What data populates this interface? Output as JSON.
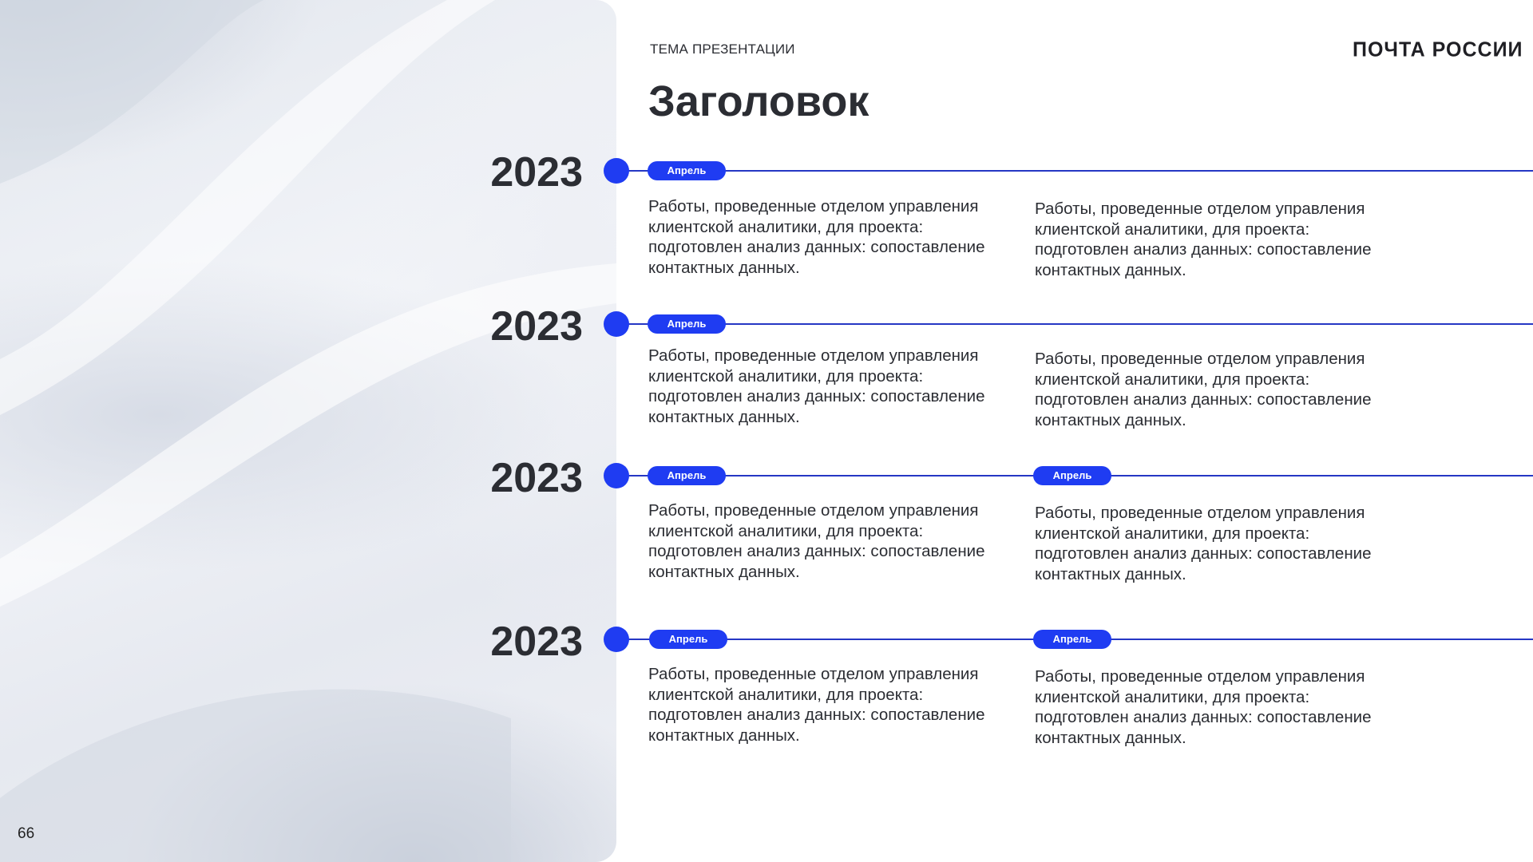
{
  "page_number": "66",
  "header": {
    "topic": "ТЕМА ПРЕЗЕНТАЦИИ",
    "logo": "ПОЧТА РОССИИ",
    "title": "Заголовок"
  },
  "colors": {
    "accent": "#1f3cf2",
    "line": "#2537c4",
    "text": "#2b2d33"
  },
  "timeline": [
    {
      "year": "2023",
      "pills": [
        "Апрель"
      ],
      "texts": [
        "Работы, проведенные отделом управления клиентской аналитики, для проекта: подготовлен анализ данных: сопоставление контактных данных.",
        "Работы, проведенные отделом управления клиентской аналитики, для проекта: подготовлен анализ данных: сопоставление контактных данных."
      ]
    },
    {
      "year": "2023",
      "pills": [
        "Апрель"
      ],
      "texts": [
        "Работы, проведенные отделом управления клиентской аналитики, для проекта: подготовлен анализ данных: сопоставление контактных данных.",
        "Работы, проведенные отделом управления клиентской аналитики, для проекта: подготовлен анализ данных: сопоставление контактных данных."
      ]
    },
    {
      "year": "2023",
      "pills": [
        "Апрель",
        "Апрель"
      ],
      "texts": [
        "Работы, проведенные отделом управления клиентской аналитики, для проекта: подготовлен анализ данных: сопоставление контактных данных.",
        "Работы, проведенные отделом управления клиентской аналитики, для проекта: подготовлен анализ данных: сопоставление контактных данных."
      ]
    },
    {
      "year": "2023",
      "pills": [
        "Апрель",
        "Апрель"
      ],
      "texts": [
        "Работы, проведенные отделом управления клиентской аналитики, для проекта: подготовлен анализ данных: сопоставление контактных данных.",
        "Работы, проведенные отделом управления клиентской аналитики, для проекта: подготовлен анализ данных: сопоставление контактных данных."
      ]
    }
  ]
}
